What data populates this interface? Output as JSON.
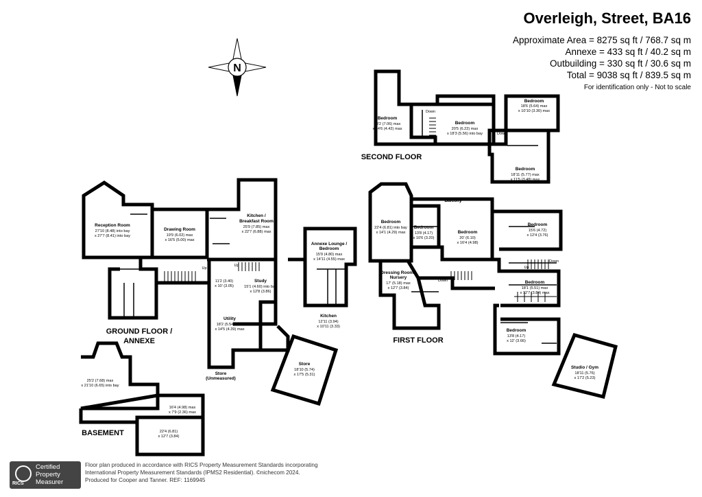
{
  "header": {
    "title": "Overleigh, Street, BA16",
    "areas": [
      "Approximate Area = 8275 sq ft / 768.7 sq m",
      "Annexe = 433 sq ft / 40.2 sq m",
      "Outbuilding = 330 sq ft / 30.6 sq m",
      "Total = 9038 sq ft / 839.5 sq m"
    ],
    "note": "For identification only - Not to scale"
  },
  "compass": {
    "north": "N"
  },
  "floors": {
    "second": "SECOND FLOOR",
    "first": "FIRST FLOOR",
    "ground": [
      "GROUND FLOOR /",
      "ANNEXE"
    ],
    "basement": "BASEMENT"
  },
  "rooms": {
    "sf_bed1": {
      "name": "Bedroom",
      "d1": "23'2 (7.06) max",
      "d2": "x 14'6 (4.42) max"
    },
    "sf_bed2": {
      "name": "Bedroom",
      "d1": "20'5 (6.22) max",
      "d2": "x 18'3 (5.56) into bay"
    },
    "sf_bed3": {
      "name": "Bedroom",
      "d1": "18'6 (5.64) max",
      "d2": "x 10'10 (3.30) max"
    },
    "sf_bed4": {
      "name": "Bedroom",
      "d1": "18'11 (5.77) max",
      "d2": "x 11'5 (3.48) max"
    },
    "reception": {
      "name": "Reception Room",
      "d1": "27'10 (8.48) into bay",
      "d2": "x 27'7 (8.41) into bay"
    },
    "drawing": {
      "name": "Drawing Room",
      "d1": "19'9 (6.02) max",
      "d2": "x 16'5 (5.00) max"
    },
    "kitchen": {
      "name1": "Kitchen /",
      "name2": "Breakfast Room",
      "d1": "25'9 (7.85) max",
      "d2": "x 22'7 (6.88) max"
    },
    "annexe_lounge": {
      "name1": "Annexe Lounge /",
      "name2": "Bedroom",
      "d1": "15'9 (4.80) max",
      "d2": "x 14'11 (4.55) max"
    },
    "hall": {
      "d1": "11'2 (3.40)",
      "d2": "x 10' (3.05)"
    },
    "study": {
      "name": "Study",
      "d1": "15'1 (4.60) into bay",
      "d2": "x 12'8 (3.86)"
    },
    "annexe_kitchen": {
      "name": "Kitchen",
      "d1": "12'11 (3.94)",
      "d2": "x 10'11 (3.33)"
    },
    "utility": {
      "name": "Utility",
      "d1": "18'2 (5.54) max",
      "d2": "x 14'5 (4.39) max"
    },
    "store_small": {
      "name1": "Store",
      "name2": "(Unmeasured)"
    },
    "store": {
      "name": "Store",
      "d1": "18'10 (5.74)",
      "d2": "x 17'5 (5.31)"
    },
    "ff_bed1": {
      "name": "Bedroom",
      "d1": "22'4 (6.81) into bay",
      "d2": "x 14'1 (4.29) max"
    },
    "ff_bed2": {
      "name": "Bedroom",
      "d1": "13'8 (4.17)",
      "d2": "x 10'6 (3.20)"
    },
    "ff_bed3": {
      "name": "Bedroom",
      "d1": "20' (6.10)",
      "d2": "x 16'4 (4.98)"
    },
    "ff_bed4": {
      "name": "Bedroom",
      "d1": "15'6 (4.72)",
      "d2": "x 12'4 (3.76)"
    },
    "ff_bed5": {
      "name": "Bedroom",
      "d1": "18'1 (5.51) max",
      "d2": "x 12'7 (3.84) max"
    },
    "ff_bed6": {
      "name": "Bedroom",
      "d1": "13'8 (4.17)",
      "d2": "x 12' (3.66)"
    },
    "dressing": {
      "name1": "Dressing Room /",
      "name2": "Nursery",
      "d1": "17' (5.18) max",
      "d2": "x 12'7 (3.84)"
    },
    "balcony": {
      "name": "Balcony"
    },
    "studio": {
      "name": "Studio / Gym",
      "d1": "18'11 (5.76)",
      "d2": "x 17'2 (5.23)"
    },
    "bs1": {
      "d1": "25'2 (7.68) max",
      "d2": "x 21'10 (6.65) into bay"
    },
    "bs2": {
      "d1": "16'4 (4.98) max",
      "d2": "x 7'9 (2.36) max"
    },
    "bs3": {
      "d1": "22'4 (6.81)",
      "d2": "x 12'7 (3.84)"
    }
  },
  "stairs": {
    "up": "Up",
    "down": "Down"
  },
  "footer": {
    "badge": [
      "Certified",
      "Property",
      "Measurer"
    ],
    "badge_brand": "RICS",
    "lines": [
      "Floor plan produced in accordance with RICS Property Measurement Standards incorporating",
      "International Property Measurement Standards (IPMS2 Residential).  ©nichecom 2024.",
      "Produced for Cooper and Tanner.   REF: 1169945"
    ]
  }
}
